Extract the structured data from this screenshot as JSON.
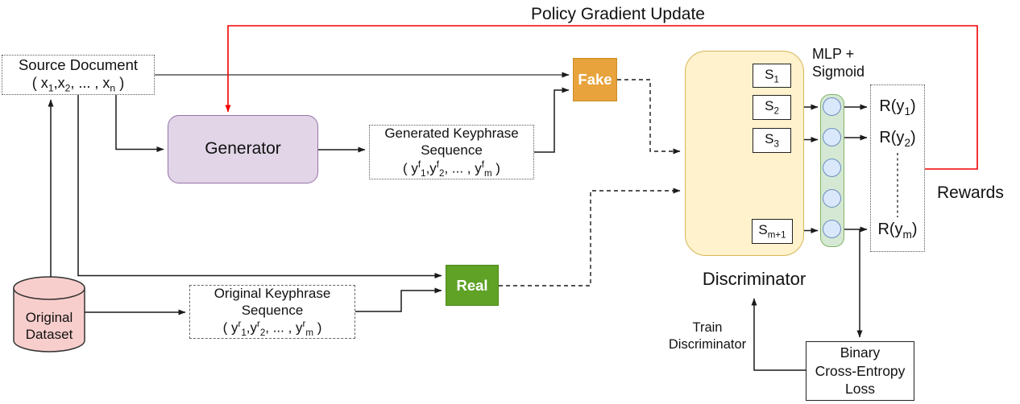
{
  "title": "Policy Gradient Update",
  "colors": {
    "red_arrow": "#F40000",
    "fake_fill": "#E8A33D",
    "real_fill": "#5FA226",
    "generator_fill": "#E1D5E7",
    "generator_stroke": "#9673A6",
    "discriminator_fill": "#FFF2CC",
    "discriminator_stroke": "#D6B656",
    "mlp_bar_fill": "#D5E8D4",
    "mlp_bar_stroke": "#82B366",
    "neuron_fill": "#DAE8FC",
    "neuron_stroke": "#6C8EBF",
    "dataset_fill": "#F8CECC"
  },
  "nodes": {
    "source_document": {
      "title": "Source Document",
      "formula": "( x_{1},x_{2}, ... , x_{n} )"
    },
    "generator": {
      "label": "Generator"
    },
    "generated_sequence": {
      "line1": "Generated Keyphrase",
      "line2": "Sequence",
      "formula": "( y^{f}_{1},y^{f}_{2}, ... , y^{f}_{m} )"
    },
    "fake": {
      "label": "Fake"
    },
    "real": {
      "label": "Real"
    },
    "original_dataset": {
      "line1": "Original",
      "line2": "Dataset"
    },
    "original_sequence": {
      "line1": "Original Keyphrase",
      "line2": "Sequence",
      "formula": "( y^{r}_{1},y^{r}_{2}, ... , y^{r}_{m} )"
    },
    "discriminator": {
      "label": "Discriminator",
      "states": [
        "S_{1}",
        "S_{2}",
        "S_{3}",
        "S_{m+1}"
      ]
    },
    "mlp": {
      "line1": "MLP +",
      "line2": "Sigmoid"
    },
    "rewards": {
      "items": [
        "R(y_{1})",
        "R(y_{2})",
        "R(y_{m})"
      ],
      "label": "Rewards"
    },
    "train_discriminator": {
      "line1": "Train",
      "line2": "Discriminator"
    },
    "bce_loss": {
      "line1": "Binary",
      "line2": "Cross-Entropy",
      "line3": "Loss"
    }
  }
}
